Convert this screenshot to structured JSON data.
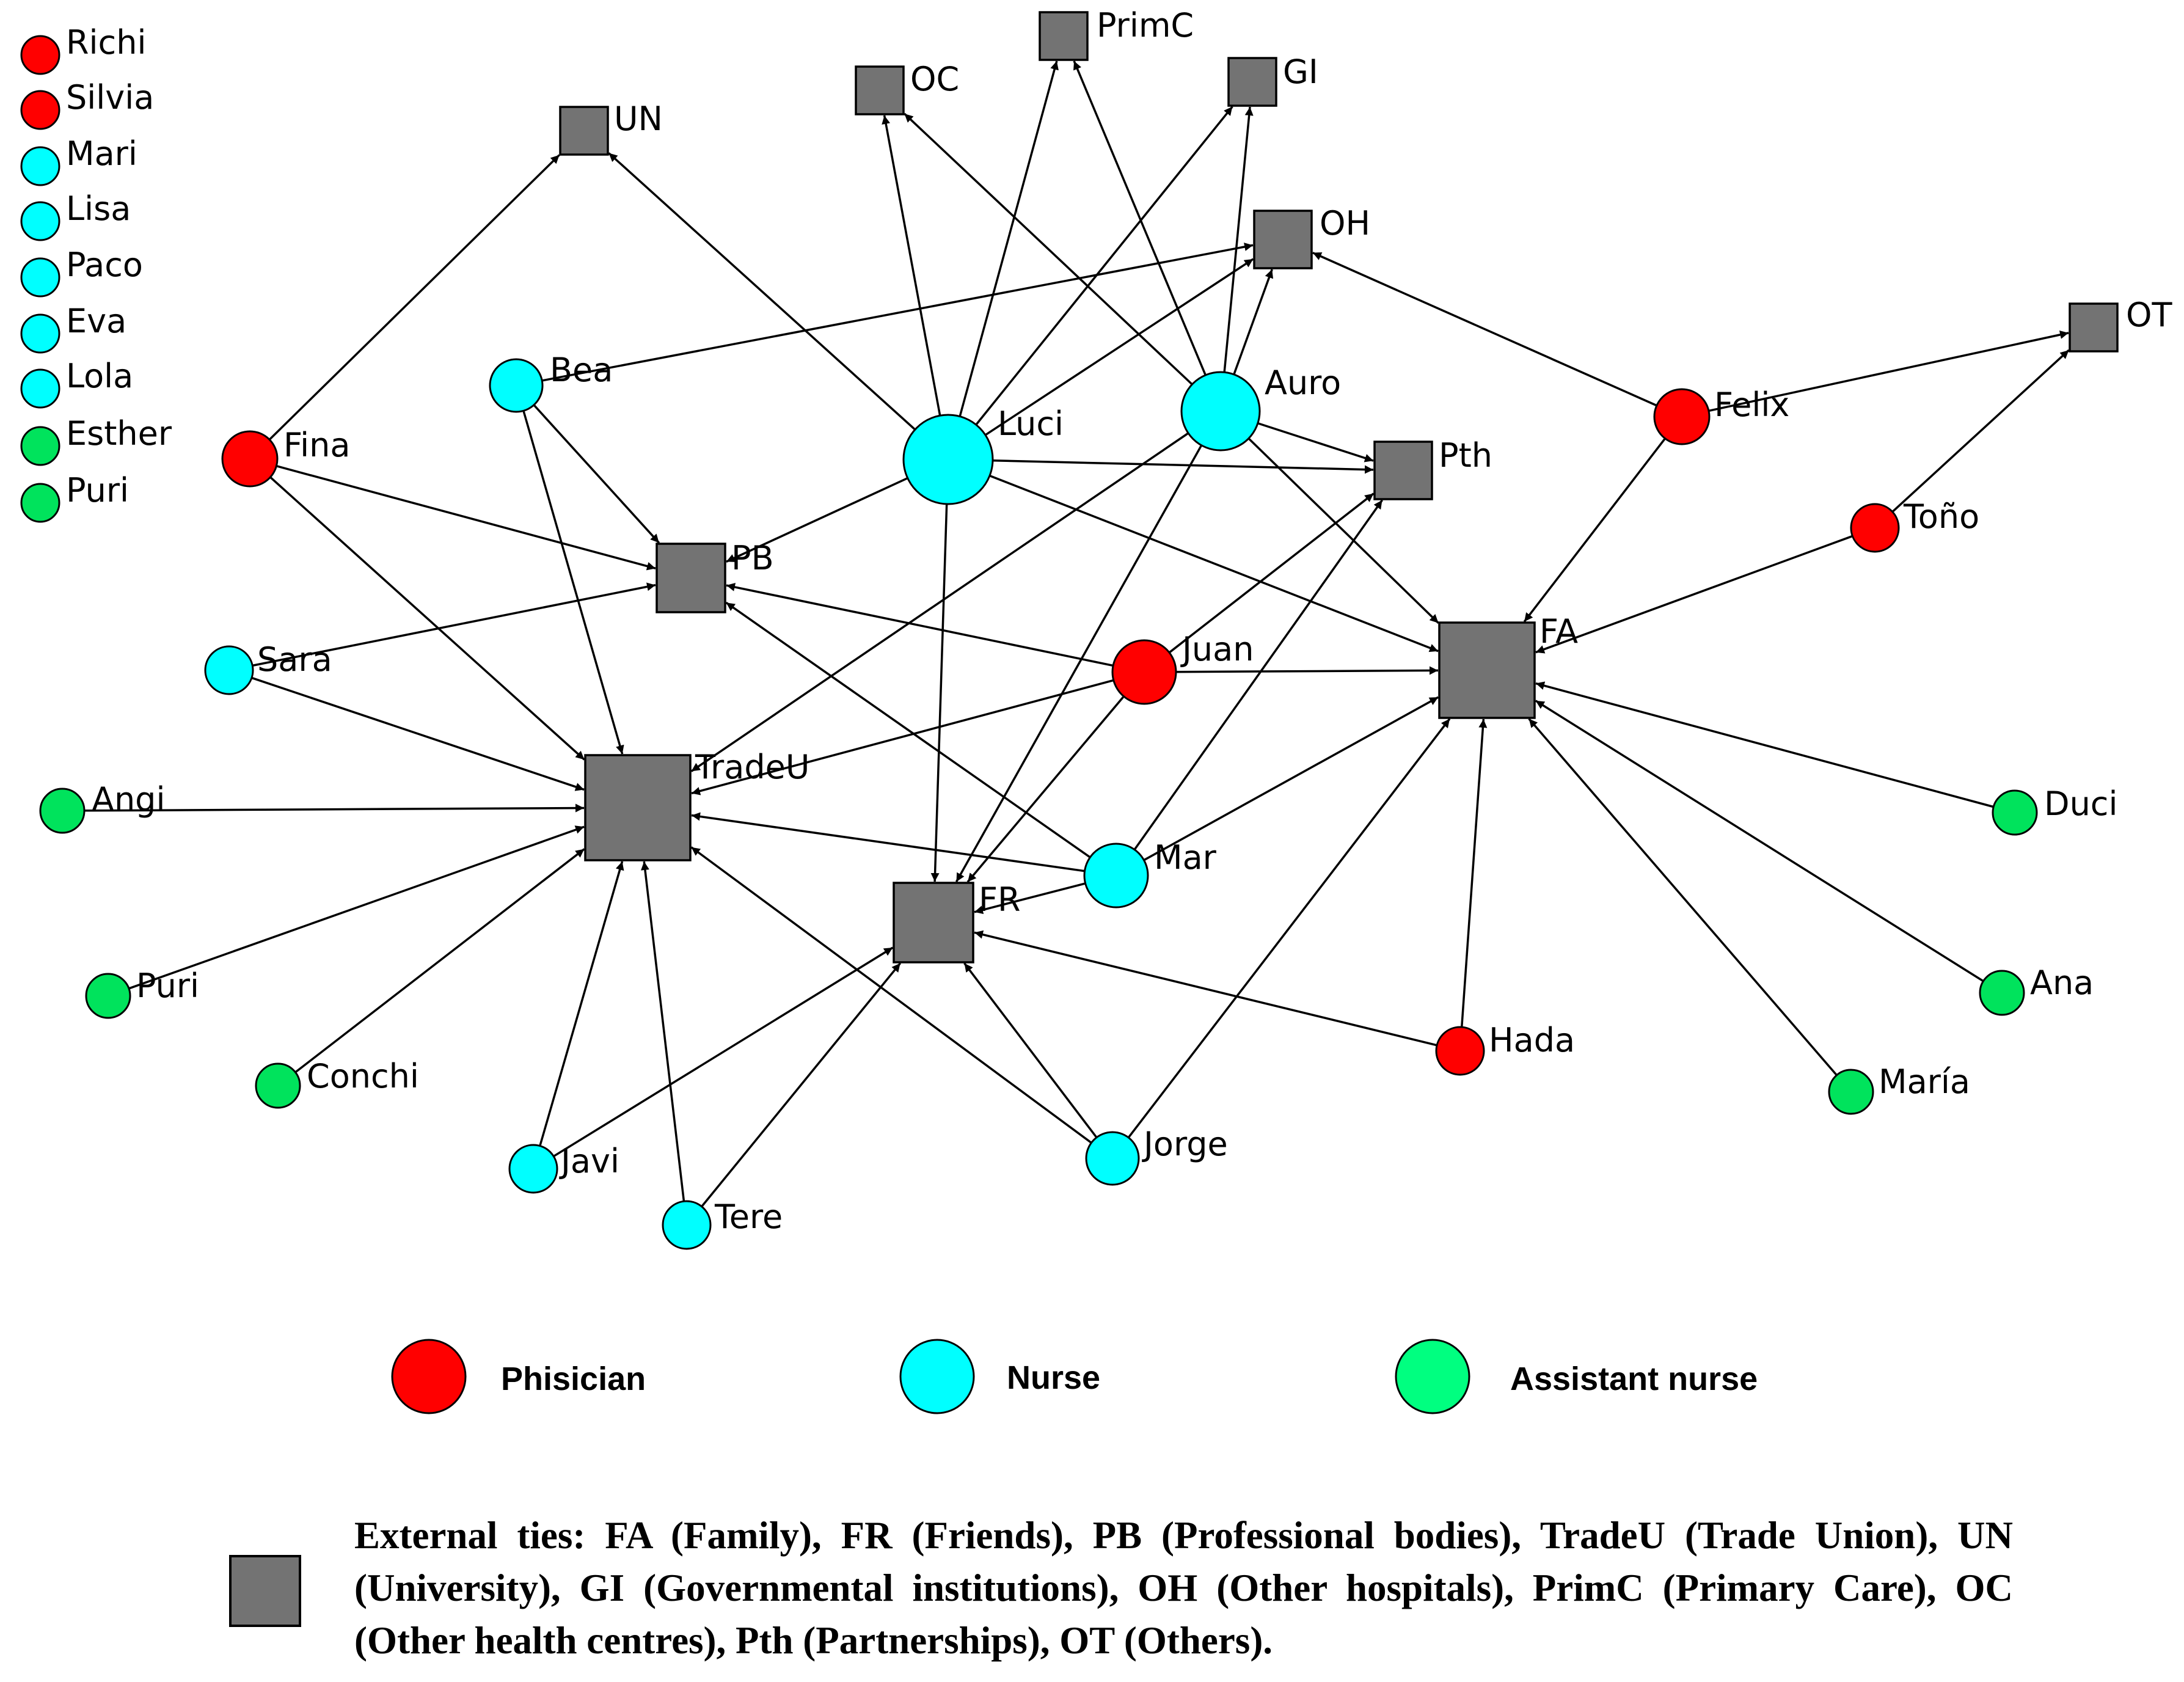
{
  "colors": {
    "physician": "#ff0000",
    "nurse": "#00ffff",
    "assistant_nurse": "#00e35c",
    "assistant_nurse_legend": "#00ff80",
    "external": "#737373"
  },
  "top_list": [
    {
      "name": "Richi",
      "role": "physician"
    },
    {
      "name": "Silvia",
      "role": "physician"
    },
    {
      "name": "Mari",
      "role": "nurse"
    },
    {
      "name": "Lisa",
      "role": "nurse"
    },
    {
      "name": "Paco",
      "role": "nurse"
    },
    {
      "name": "Eva",
      "role": "nurse"
    },
    {
      "name": "Lola",
      "role": "nurse"
    },
    {
      "name": "Esther",
      "role": "assistant_nurse"
    },
    {
      "name": "Puri",
      "role": "assistant_nurse"
    }
  ],
  "nodes": [
    {
      "id": "UN",
      "label": "UN",
      "kind": "external"
    },
    {
      "id": "OC",
      "label": "OC",
      "kind": "external"
    },
    {
      "id": "PrimC",
      "label": "PrimC",
      "kind": "external"
    },
    {
      "id": "GI",
      "label": "GI",
      "kind": "external"
    },
    {
      "id": "OH",
      "label": "OH",
      "kind": "external"
    },
    {
      "id": "OT",
      "label": "OT",
      "kind": "external"
    },
    {
      "id": "Pth",
      "label": "Pth",
      "kind": "external"
    },
    {
      "id": "PB",
      "label": "PB",
      "kind": "external"
    },
    {
      "id": "FA",
      "label": "FA",
      "kind": "external"
    },
    {
      "id": "TradeU",
      "label": "TradeU",
      "kind": "external"
    },
    {
      "id": "FR",
      "label": "FR",
      "kind": "external"
    },
    {
      "id": "Bea",
      "label": "Bea",
      "kind": "nurse"
    },
    {
      "id": "Luci",
      "label": "Luci",
      "kind": "nurse"
    },
    {
      "id": "Auro",
      "label": "Auro",
      "kind": "nurse"
    },
    {
      "id": "Sara",
      "label": "Sara",
      "kind": "nurse"
    },
    {
      "id": "Mar",
      "label": "Mar",
      "kind": "nurse"
    },
    {
      "id": "Javi",
      "label": "Javi",
      "kind": "nurse"
    },
    {
      "id": "Tere",
      "label": "Tere",
      "kind": "nurse"
    },
    {
      "id": "Jorge",
      "label": "Jorge",
      "kind": "nurse"
    },
    {
      "id": "Fina",
      "label": "Fina",
      "kind": "physician"
    },
    {
      "id": "Felix",
      "label": "Felix",
      "kind": "physician"
    },
    {
      "id": "Tono",
      "label": "Toño",
      "kind": "physician"
    },
    {
      "id": "Juan",
      "label": "Juan",
      "kind": "physician"
    },
    {
      "id": "Hada",
      "label": "Hada",
      "kind": "physician"
    },
    {
      "id": "Angi",
      "label": "Angi",
      "kind": "assistant_nurse"
    },
    {
      "id": "Puri2",
      "label": "Puri",
      "kind": "assistant_nurse"
    },
    {
      "id": "Conchi",
      "label": "Conchi",
      "kind": "assistant_nurse"
    },
    {
      "id": "Duci",
      "label": "Duci",
      "kind": "assistant_nurse"
    },
    {
      "id": "Ana",
      "label": "Ana",
      "kind": "assistant_nurse"
    },
    {
      "id": "Maria",
      "label": "María",
      "kind": "assistant_nurse"
    }
  ],
  "edges": [
    [
      "Fina",
      "UN"
    ],
    [
      "Fina",
      "PB"
    ],
    [
      "Fina",
      "TradeU"
    ],
    [
      "Luci",
      "UN"
    ],
    [
      "Luci",
      "OC"
    ],
    [
      "Luci",
      "PrimC"
    ],
    [
      "Luci",
      "GI"
    ],
    [
      "Luci",
      "OH"
    ],
    [
      "Luci",
      "Pth"
    ],
    [
      "Luci",
      "PB"
    ],
    [
      "Luci",
      "FA"
    ],
    [
      "Luci",
      "FR"
    ],
    [
      "Auro",
      "OC"
    ],
    [
      "Auro",
      "PrimC"
    ],
    [
      "Auro",
      "GI"
    ],
    [
      "Auro",
      "OH"
    ],
    [
      "Auro",
      "Pth"
    ],
    [
      "Auro",
      "FA"
    ],
    [
      "Auro",
      "TradeU"
    ],
    [
      "Auro",
      "FR"
    ],
    [
      "Bea",
      "OH"
    ],
    [
      "Bea",
      "PB"
    ],
    [
      "Bea",
      "TradeU"
    ],
    [
      "Felix",
      "OH"
    ],
    [
      "Felix",
      "OT"
    ],
    [
      "Felix",
      "FA"
    ],
    [
      "Tono",
      "OT"
    ],
    [
      "Tono",
      "FA"
    ],
    [
      "Sara",
      "PB"
    ],
    [
      "Sara",
      "TradeU"
    ],
    [
      "Juan",
      "PB"
    ],
    [
      "Juan",
      "Pth"
    ],
    [
      "Juan",
      "FA"
    ],
    [
      "Juan",
      "TradeU"
    ],
    [
      "Juan",
      "FR"
    ],
    [
      "Mar",
      "PB"
    ],
    [
      "Mar",
      "TradeU"
    ],
    [
      "Mar",
      "FR"
    ],
    [
      "Mar",
      "Pth"
    ],
    [
      "Mar",
      "FA"
    ],
    [
      "Angi",
      "TradeU"
    ],
    [
      "Puri2",
      "TradeU"
    ],
    [
      "Conchi",
      "TradeU"
    ],
    [
      "Javi",
      "TradeU"
    ],
    [
      "Javi",
      "FR"
    ],
    [
      "Tere",
      "TradeU"
    ],
    [
      "Tere",
      "FR"
    ],
    [
      "Jorge",
      "TradeU"
    ],
    [
      "Jorge",
      "FR"
    ],
    [
      "Jorge",
      "FA"
    ],
    [
      "Hada",
      "FR"
    ],
    [
      "Hada",
      "FA"
    ],
    [
      "Duci",
      "FA"
    ],
    [
      "Ana",
      "FA"
    ],
    [
      "Maria",
      "FA"
    ]
  ],
  "legend": {
    "physician": "Phisician",
    "nurse": "Nurse",
    "assistant_nurse": "Assistant nurse"
  },
  "external_ties_text": "External ties: FA (Family), FR (Friends), PB (Professional bodies), TradeU (Trade Union), UN (University), GI (Governmental institutions), OH (Other hospitals), PrimC (Primary Care), OC (Other health centres), Pth (Partnerships), OT (Others)."
}
